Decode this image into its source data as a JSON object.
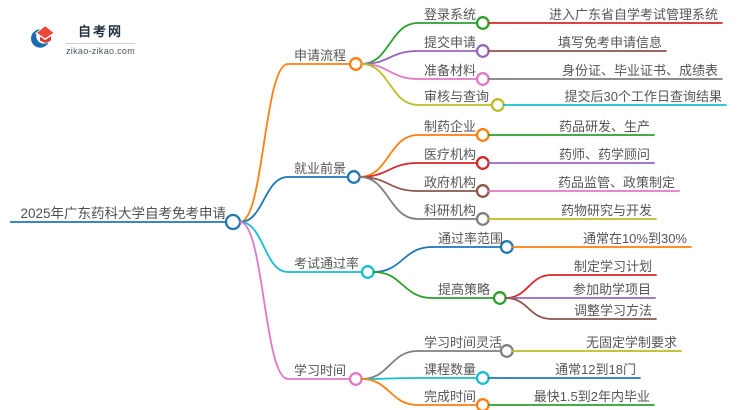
{
  "logo": {
    "site_name": "自考网",
    "site_url": "zikao-zikao.com",
    "colors": {
      "crescent_blue": "#1a6cb1",
      "cap_red": "#e9493a",
      "cap_red_dark": "#d9392c",
      "name_text": "#243142",
      "url_text": "#4c5560"
    }
  },
  "palette": {
    "blue": "#1f77b4",
    "orange": "#ff7f0e",
    "green": "#2ca02c",
    "red": "#d62728",
    "purple": "#9467bd",
    "brown": "#8c564b",
    "pink": "#e377c2",
    "gray": "#7f7f7f",
    "olive": "#bcbd22",
    "cyan": "#17becf",
    "label_text": "#565656"
  },
  "mindmap": {
    "root": {
      "label": "2025年广东药科大学自考免考申请",
      "color": "#1f77b4",
      "children": [
        {
          "label": "申请流程",
          "color": "#ff7f0e",
          "children": [
            {
              "label": "登录系统",
              "color": "#2ca02c",
              "children": [
                {
                  "label": "进入广东省自学考试管理系统",
                  "color": "#d62728"
                }
              ]
            },
            {
              "label": "提交申请",
              "color": "#9467bd",
              "children": [
                {
                  "label": "填写免考申请信息",
                  "color": "#8c564b"
                }
              ]
            },
            {
              "label": "准备材料",
              "color": "#e377c2",
              "children": [
                {
                  "label": "身份证、毕业证书、成绩表",
                  "color": "#7f7f7f"
                }
              ]
            },
            {
              "label": "审核与查询",
              "color": "#bcbd22",
              "children": [
                {
                  "label": "提交后30个工作日查询结果",
                  "color": "#17becf"
                }
              ]
            }
          ]
        },
        {
          "label": "就业前景",
          "color": "#1f77b4",
          "children": [
            {
              "label": "制药企业",
              "color": "#ff7f0e",
              "children": [
                {
                  "label": "药品研发、生产",
                  "color": "#2ca02c"
                }
              ]
            },
            {
              "label": "医疗机构",
              "color": "#d62728",
              "children": [
                {
                  "label": "药师、药学顾问",
                  "color": "#9467bd"
                }
              ]
            },
            {
              "label": "政府机构",
              "color": "#8c564b",
              "children": [
                {
                  "label": "药品监管、政策制定",
                  "color": "#e377c2"
                }
              ]
            },
            {
              "label": "科研机构",
              "color": "#7f7f7f",
              "children": [
                {
                  "label": "药物研究与开发",
                  "color": "#bcbd22"
                }
              ]
            }
          ]
        },
        {
          "label": "考试通过率",
          "color": "#17becf",
          "children": [
            {
              "label": "通过率范围",
              "color": "#1f77b4",
              "children": [
                {
                  "label": "通常在10%到30%",
                  "color": "#ff7f0e"
                }
              ]
            },
            {
              "label": "提高策略",
              "color": "#2ca02c",
              "children": [
                {
                  "label": "制定学习计划",
                  "color": "#d62728"
                },
                {
                  "label": "参加助学项目",
                  "color": "#9467bd"
                },
                {
                  "label": "调整学习方法",
                  "color": "#8c564b"
                }
              ]
            }
          ]
        },
        {
          "label": "学习时间",
          "color": "#e377c2",
          "children": [
            {
              "label": "学习时间灵活",
              "color": "#7f7f7f",
              "children": [
                {
                  "label": "无固定学制要求",
                  "color": "#bcbd22"
                }
              ]
            },
            {
              "label": "课程数量",
              "color": "#17becf",
              "children": [
                {
                  "label": "通常12到18门",
                  "color": "#1f77b4"
                }
              ]
            },
            {
              "label": "完成时间",
              "color": "#ff7f0e",
              "children": [
                {
                  "label": "最快1.5到2年内毕业",
                  "color": "#2ca02c"
                }
              ]
            }
          ]
        }
      ]
    }
  }
}
